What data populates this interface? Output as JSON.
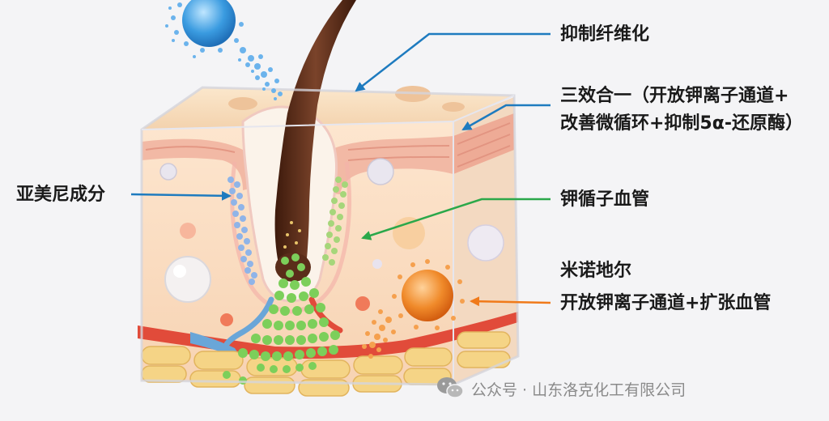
{
  "labels": {
    "fibrosis": "抑制纤维化",
    "triple_line1": "三效合一（开放钾离子通道+",
    "triple_line2": "改善微循环+抑制5α-还原酶）",
    "yamei": "亚美尼成分",
    "potassium": "钾循子血管",
    "minoxidil": "米诺地尔",
    "minoxidil_effect": "开放钾离子通道+扩张血管"
  },
  "watermark": {
    "text": "公众号 · 山东洛克化工有限公司",
    "icon": "wechat-icon"
  },
  "colors": {
    "arrow_blue": "#1e7bbf",
    "arrow_green": "#2ba84a",
    "arrow_orange": "#f07a1a",
    "hair": "#5a2d1a",
    "granule_green": "#7ccf5a",
    "blue_particle": "#3a9be0",
    "orange_particle": "#f08a2a"
  }
}
